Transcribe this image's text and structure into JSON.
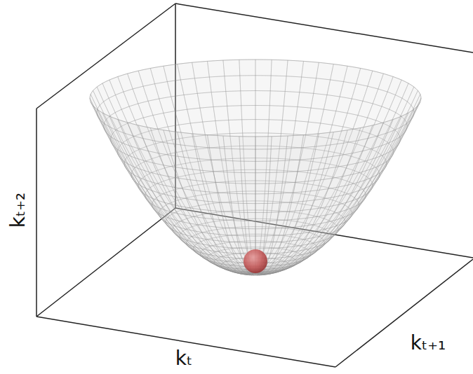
{
  "diagram": {
    "labels": [
      "kₜ₊₂",
      "kₜ",
      "kₜ₊₁"
    ]
  }
}
